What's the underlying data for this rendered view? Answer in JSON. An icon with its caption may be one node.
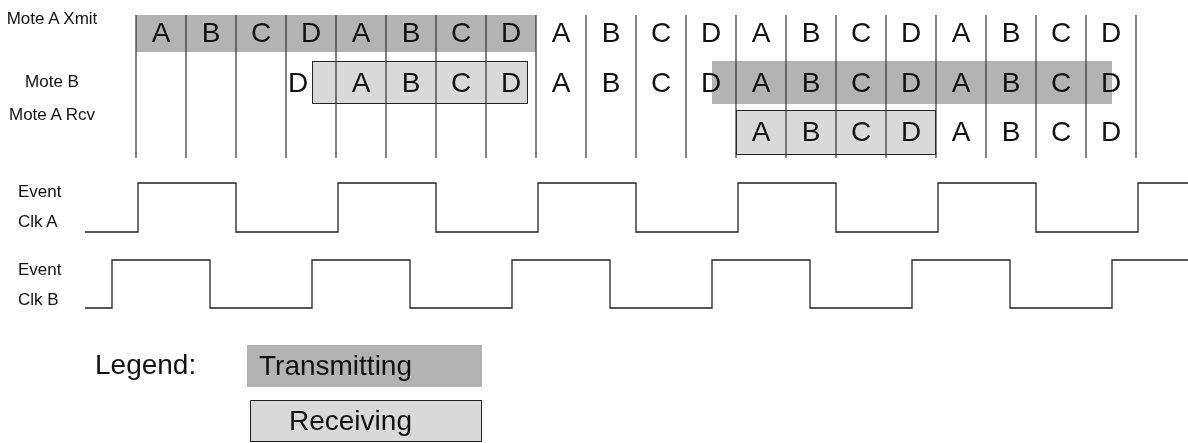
{
  "diagram": {
    "labels": [
      "Mote A Xmit",
      "A",
      "B",
      "C",
      "D",
      "A",
      "B",
      "C",
      "D",
      "A",
      "B",
      "C",
      "D",
      "A",
      "B",
      "C",
      "D",
      "A",
      "B",
      "C",
      "D",
      "Mote B",
      "D",
      "A",
      "B",
      "C",
      "D",
      "A",
      "B",
      "C",
      "D",
      "A",
      "B",
      "C",
      "D",
      "A",
      "B",
      "C",
      "D",
      "Mote A Rcv",
      "A",
      "B",
      "C",
      "D",
      "A",
      "B",
      "C",
      "D",
      "Event Clk A",
      "Event Clk B",
      "Legend:"
    ],
    "legend": [
      {
        "text": "Transmitting",
        "color": "#b3b3b3"
      },
      {
        "text": "Receiving",
        "color": "#d9d9d9"
      }
    ]
  }
}
